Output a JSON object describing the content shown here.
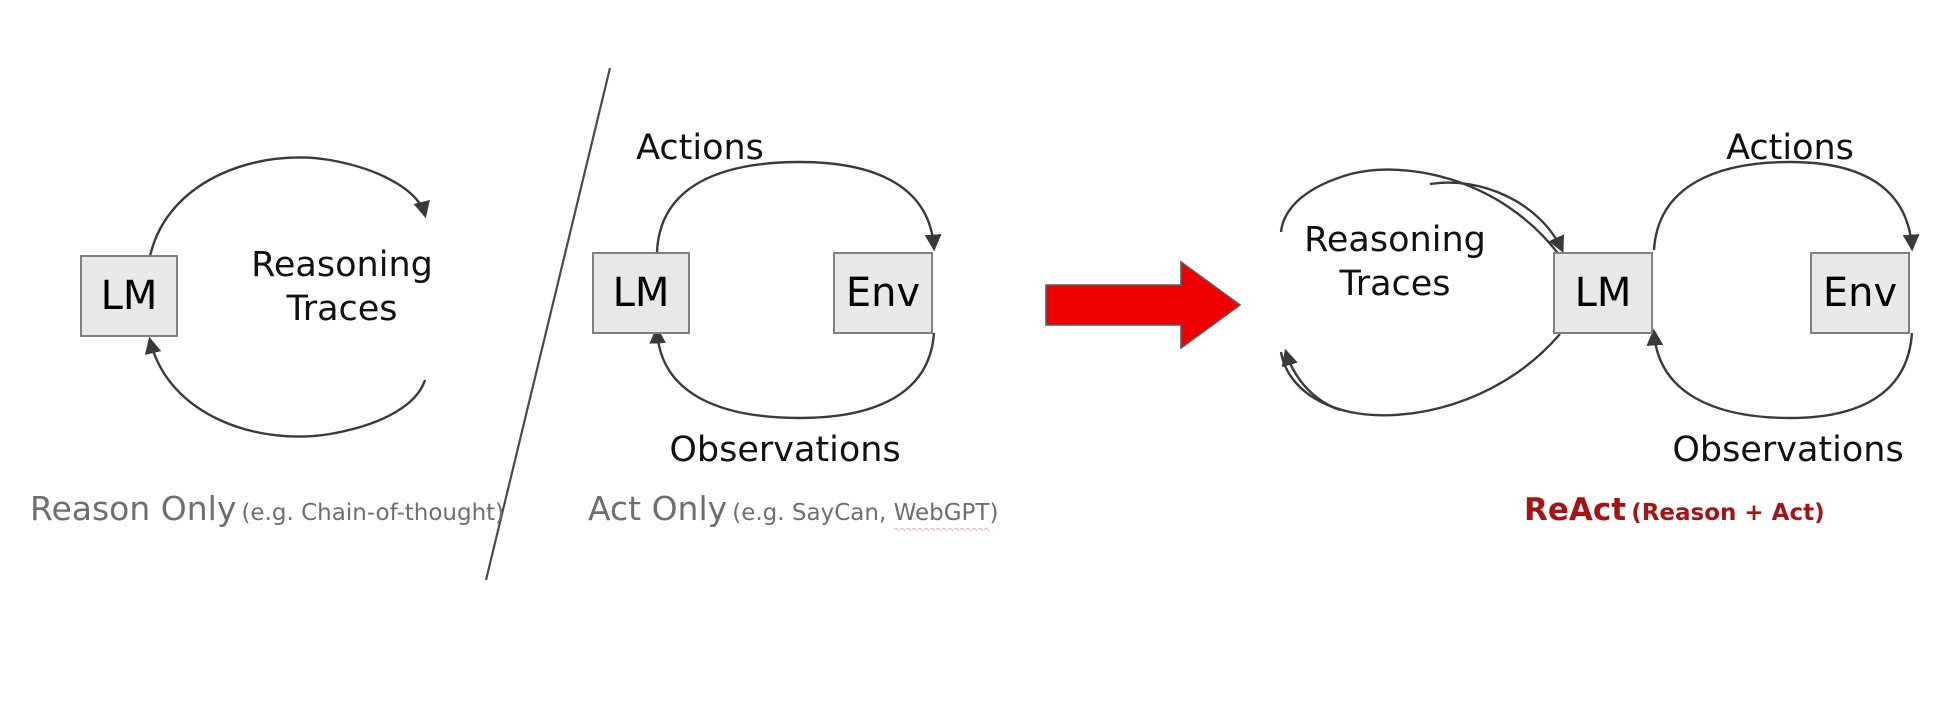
{
  "diagram": {
    "title_semantic": "react-comparison-diagram",
    "background_color": "#ffffff",
    "box_fill_color": "#e8e8e8",
    "box_border_color": "#808080",
    "arrow_color": "#3a3a3a",
    "caption_gray": "#6e6e6e",
    "react_red": "#a51414",
    "big_arrow_red": "#ee0000"
  },
  "panels": [
    {
      "id": "reason-only",
      "nodes": [
        {
          "id": "lm",
          "label": "LM"
        }
      ],
      "loop_label": "Reasoning\nTraces",
      "caption": {
        "main": "Reason Only",
        "sub": "(e.g. Chain-of-thought)",
        "misspelled": ""
      }
    },
    {
      "id": "act-only",
      "nodes": [
        {
          "id": "lm",
          "label": "LM"
        },
        {
          "id": "env",
          "label": "Env"
        }
      ],
      "top_label": "Actions",
      "bottom_label": "Observations",
      "caption": {
        "main": "Act Only",
        "sub_before": "(e.g. SayCan, ",
        "misspelled": "WebGPT",
        "sub_after": ")"
      }
    },
    {
      "id": "react",
      "nodes": [
        {
          "id": "lm",
          "label": "LM"
        },
        {
          "id": "env",
          "label": "Env"
        }
      ],
      "loop_label": "Reasoning\nTraces",
      "top_label": "Actions",
      "bottom_label": "Observations",
      "caption": {
        "main": "ReAct",
        "sub": "(Reason + Act)"
      }
    }
  ],
  "connector": {
    "id": "red-implies-arrow",
    "label": ""
  },
  "separator": {
    "id": "diagonal-divider"
  }
}
